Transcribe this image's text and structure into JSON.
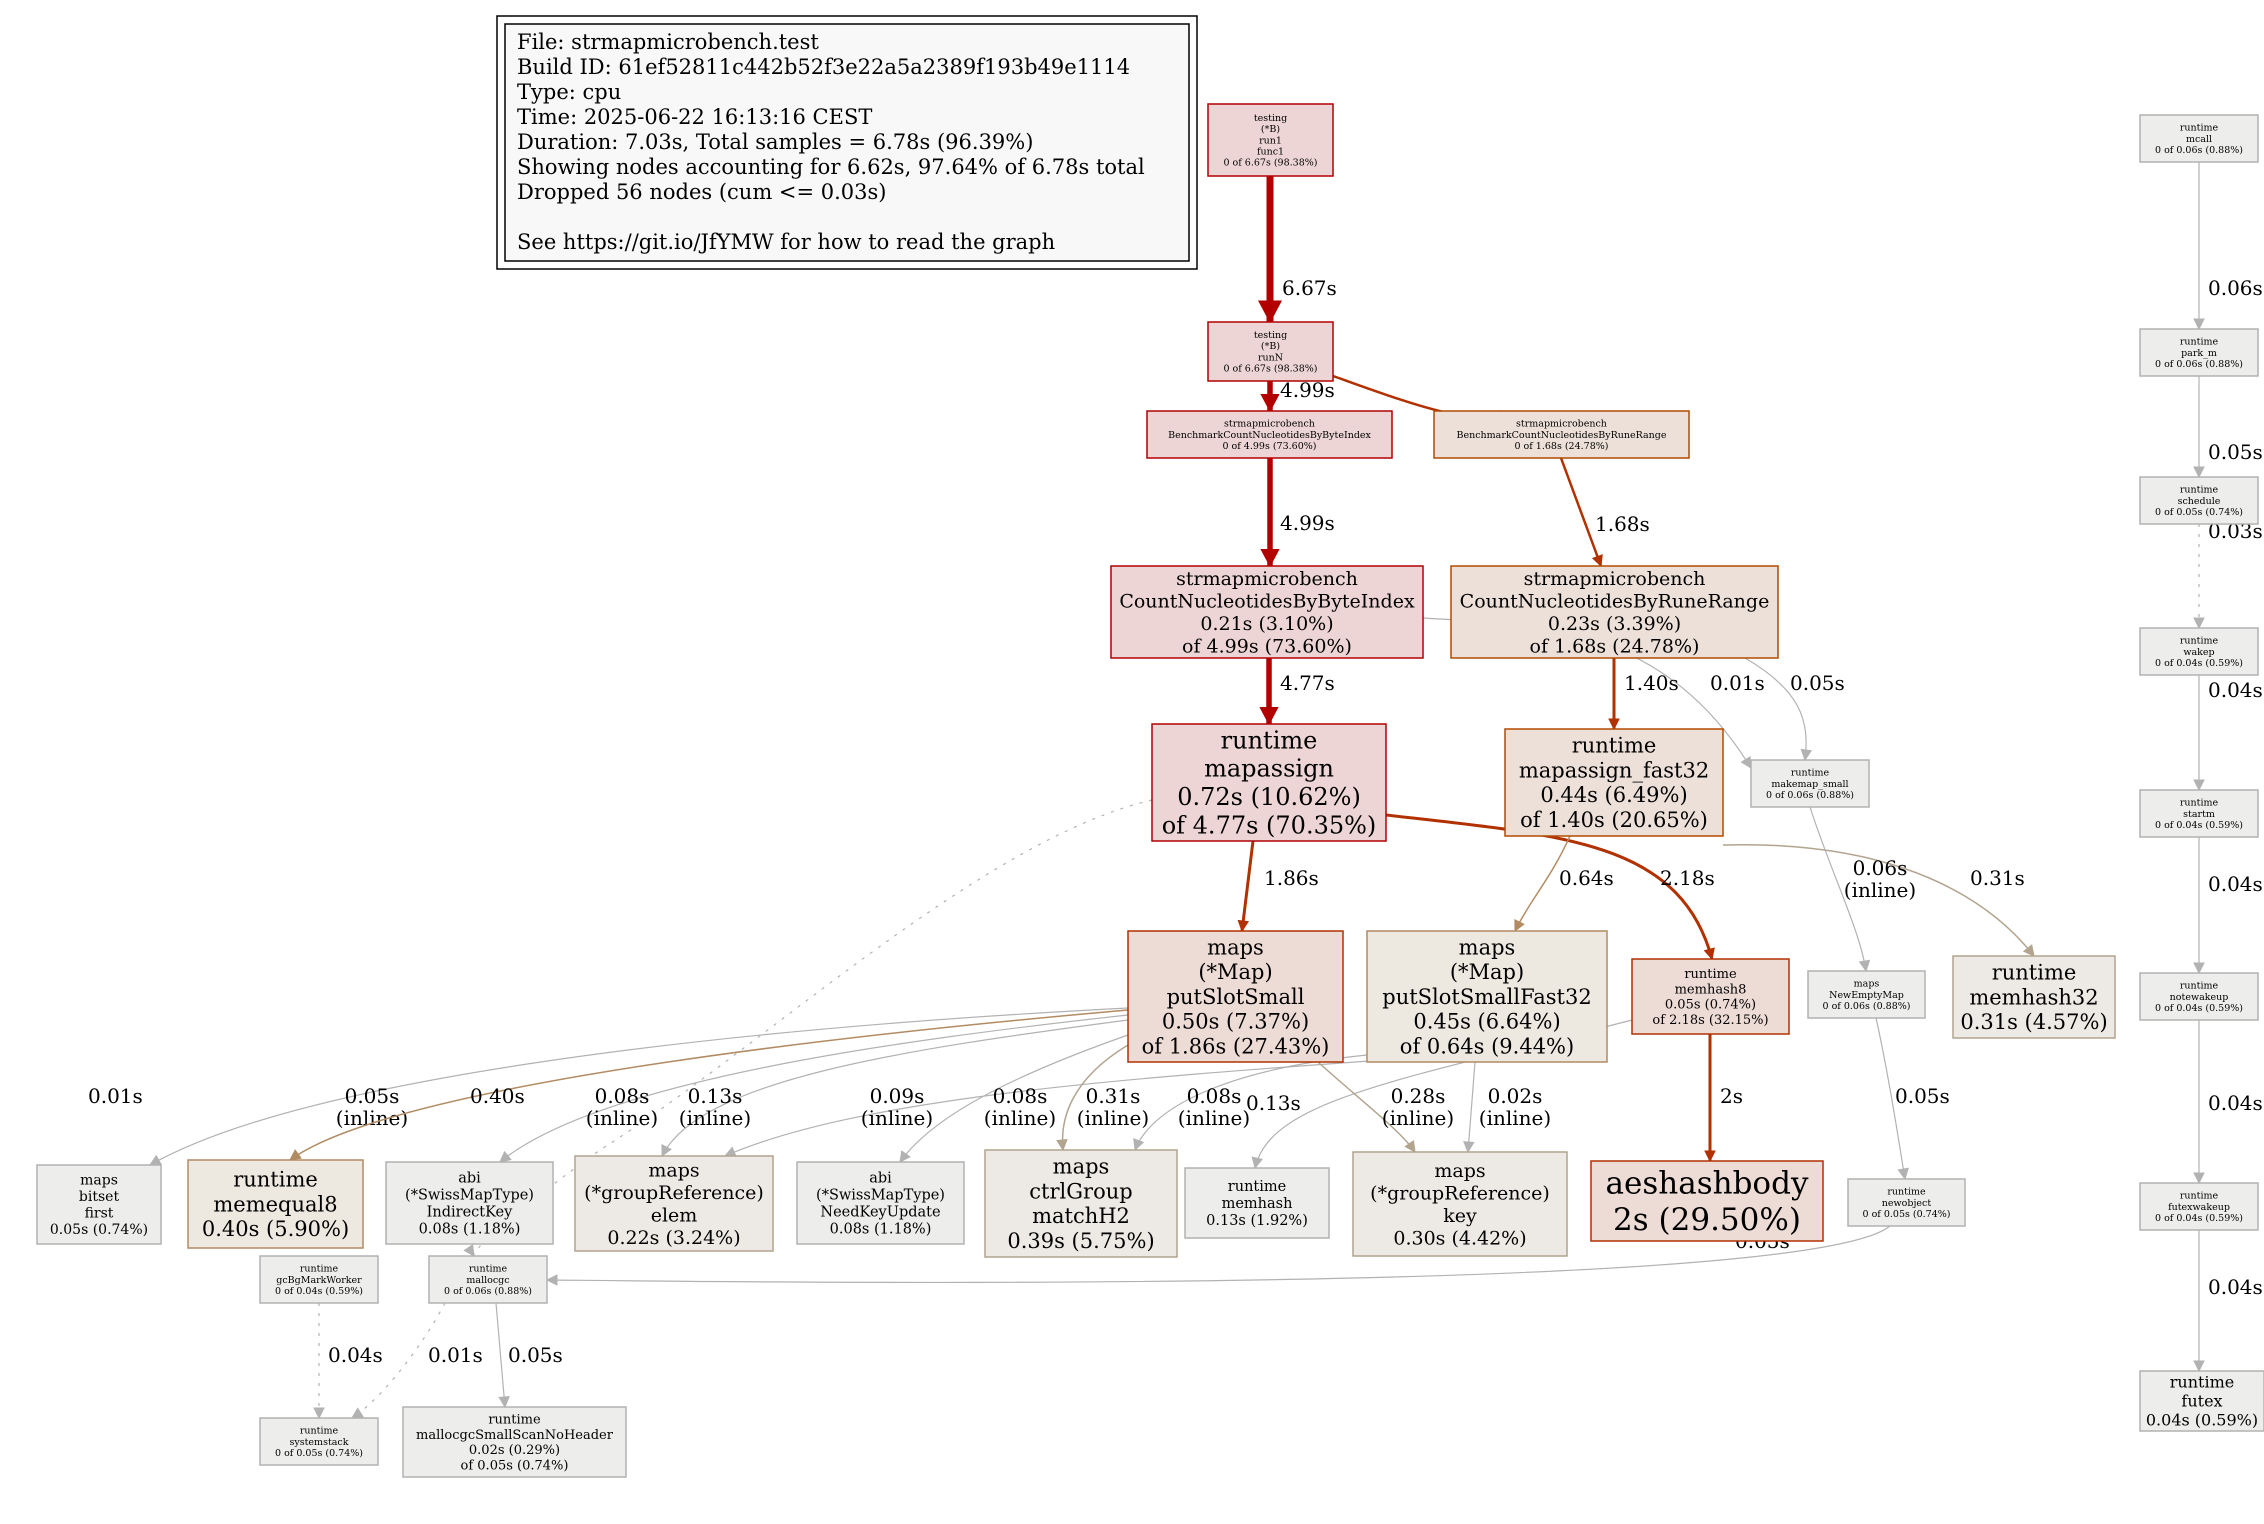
{
  "legend": [
    "File: strmapmicrobench.test",
    "Build ID: 61ef52811c442b52f3e22a5a2389f193b49e1114",
    "Type: cpu",
    "Time: 2025-06-22 16:13:16 CEST",
    "Duration: 7.03s, Total samples = 6.78s (96.39%)",
    "Showing nodes accounting for 6.62s, 97.64% of 6.78s total",
    "Dropped 56 nodes (cum <= 0.03s)",
    "",
    "See https://git.io/JfYMW for how to read the graph"
  ],
  "colors": {
    "hot_fill": "#edd5d5",
    "hot_stroke": "#b20000",
    "warm_fill": "#eddbd5",
    "warm_stroke": "#b23100",
    "orange_fill": "#ede0d8",
    "orange_stroke": "#b24b00",
    "tan_fill": "#ede8e0",
    "tan_stroke": "#b28b62",
    "beige_fill": "#edeae6",
    "beige_stroke": "#b2a48e",
    "grey_fill": "#ededec",
    "grey_stroke": "#b2b2b2",
    "hot_edge": "#b20000",
    "warm_edge": "#b23100",
    "orange_edge": "#b23b00",
    "tan_edge": "#b28b62",
    "beige_edge": "#b2a48e",
    "grey_edge": "#b2b2b2"
  },
  "nodes": [
    {
      "id": "run1",
      "lines": [
        "testing",
        "(*B)",
        "run1",
        "func1",
        "0 of 6.67s (98.38%)"
      ],
      "style": "hot"
    },
    {
      "id": "runN",
      "lines": [
        "testing",
        "(*B)",
        "runN",
        "0 of 6.67s (98.38%)"
      ],
      "style": "hot"
    },
    {
      "id": "benchByte",
      "lines": [
        "strmapmicrobench",
        "BenchmarkCountNucleotidesByByteIndex",
        "0 of 4.99s (73.60%)"
      ],
      "style": "hot"
    },
    {
      "id": "benchRune",
      "lines": [
        "strmapmicrobench",
        "BenchmarkCountNucleotidesByRuneRange",
        "0 of 1.68s (24.78%)"
      ],
      "style": "orange"
    },
    {
      "id": "countByte",
      "lines": [
        "strmapmicrobench",
        "CountNucleotidesByByteIndex",
        "0.21s (3.10%)",
        "of 4.99s (73.60%)"
      ],
      "style": "hot"
    },
    {
      "id": "countRune",
      "lines": [
        "strmapmicrobench",
        "CountNucleotidesByRuneRange",
        "0.23s (3.39%)",
        "of 1.68s (24.78%)"
      ],
      "style": "orange"
    },
    {
      "id": "mapassign",
      "lines": [
        "runtime",
        "mapassign",
        "0.72s (10.62%)",
        "of 4.77s (70.35%)"
      ],
      "style": "hot"
    },
    {
      "id": "mapassignFast32",
      "lines": [
        "runtime",
        "mapassign_fast32",
        "0.44s (6.49%)",
        "of 1.40s (20.65%)"
      ],
      "style": "orange"
    },
    {
      "id": "makemapSmall",
      "lines": [
        "runtime",
        "makemap_small",
        "0 of 0.06s (0.88%)"
      ],
      "style": "grey"
    },
    {
      "id": "putSlotSmall",
      "lines": [
        "maps",
        "(*Map)",
        "putSlotSmall",
        "0.50s (7.37%)",
        "of 1.86s (27.43%)"
      ],
      "style": "warm"
    },
    {
      "id": "putSlotSmallFast32",
      "lines": [
        "maps",
        "(*Map)",
        "putSlotSmallFast32",
        "0.45s (6.64%)",
        "of 0.64s (9.44%)"
      ],
      "style": "tan"
    },
    {
      "id": "memhash8",
      "lines": [
        "runtime",
        "memhash8",
        "0.05s (0.74%)",
        "of 2.18s (32.15%)"
      ],
      "style": "warm"
    },
    {
      "id": "newEmptyMap",
      "lines": [
        "maps",
        "NewEmptyMap",
        "0 of 0.06s (0.88%)"
      ],
      "style": "grey"
    },
    {
      "id": "memhash32",
      "lines": [
        "runtime",
        "memhash32",
        "0.31s (4.57%)"
      ],
      "style": "beige"
    },
    {
      "id": "bitsetFirst",
      "lines": [
        "maps",
        "bitset",
        "first",
        "0.05s (0.74%)"
      ],
      "style": "grey"
    },
    {
      "id": "memequal8",
      "lines": [
        "runtime",
        "memequal8",
        "0.40s (5.90%)"
      ],
      "style": "tan"
    },
    {
      "id": "indirectKey",
      "lines": [
        "abi",
        "(*SwissMapType)",
        "IndirectKey",
        "0.08s (1.18%)"
      ],
      "style": "grey"
    },
    {
      "id": "elem",
      "lines": [
        "maps",
        "(*groupReference)",
        "elem",
        "0.22s (3.24%)"
      ],
      "style": "beige"
    },
    {
      "id": "needKeyUpdate",
      "lines": [
        "abi",
        "(*SwissMapType)",
        "NeedKeyUpdate",
        "0.08s (1.18%)"
      ],
      "style": "grey"
    },
    {
      "id": "matchH2",
      "lines": [
        "maps",
        "ctrlGroup",
        "matchH2",
        "0.39s (5.75%)"
      ],
      "style": "beige"
    },
    {
      "id": "memhash",
      "lines": [
        "runtime",
        "memhash",
        "0.13s (1.92%)"
      ],
      "style": "grey"
    },
    {
      "id": "key",
      "lines": [
        "maps",
        "(*groupReference)",
        "key",
        "0.30s (4.42%)"
      ],
      "style": "beige"
    },
    {
      "id": "aeshashbody",
      "lines": [
        "aeshashbody",
        "2s (29.50%)"
      ],
      "style": "warm"
    },
    {
      "id": "newobject",
      "lines": [
        "runtime",
        "newobject",
        "0 of 0.05s (0.74%)"
      ],
      "style": "grey"
    },
    {
      "id": "gcBgMarkWorker",
      "lines": [
        "runtime",
        "gcBgMarkWorker",
        "0 of 0.04s (0.59%)"
      ],
      "style": "grey"
    },
    {
      "id": "mallocgc",
      "lines": [
        "runtime",
        "mallocgc",
        "0 of 0.06s (0.88%)"
      ],
      "style": "grey"
    },
    {
      "id": "systemstack",
      "lines": [
        "runtime",
        "systemstack",
        "0 of 0.05s (0.74%)"
      ],
      "style": "grey"
    },
    {
      "id": "mallocgcSmall",
      "lines": [
        "runtime",
        "mallocgcSmallScanNoHeader",
        "0.02s (0.29%)",
        "of 0.05s (0.74%)"
      ],
      "style": "grey"
    },
    {
      "id": "mcall",
      "lines": [
        "runtime",
        "mcall",
        "0 of 0.06s (0.88%)"
      ],
      "style": "grey"
    },
    {
      "id": "parkM",
      "lines": [
        "runtime",
        "park_m",
        "0 of 0.06s (0.88%)"
      ],
      "style": "grey"
    },
    {
      "id": "schedule",
      "lines": [
        "runtime",
        "schedule",
        "0 of 0.05s (0.74%)"
      ],
      "style": "grey"
    },
    {
      "id": "wakep",
      "lines": [
        "runtime",
        "wakep",
        "0 of 0.04s (0.59%)"
      ],
      "style": "grey"
    },
    {
      "id": "startm",
      "lines": [
        "runtime",
        "startm",
        "0 of 0.04s (0.59%)"
      ],
      "style": "grey"
    },
    {
      "id": "notewakeup",
      "lines": [
        "runtime",
        "notewakeup",
        "0 of 0.04s (0.59%)"
      ],
      "style": "grey"
    },
    {
      "id": "futexwakeup",
      "lines": [
        "runtime",
        "futexwakeup",
        "0 of 0.04s (0.59%)"
      ],
      "style": "grey"
    },
    {
      "id": "futex",
      "lines": [
        "runtime",
        "futex",
        "0.04s (0.59%)"
      ],
      "style": "grey"
    }
  ],
  "edges": [
    {
      "id": "e1",
      "label": [
        "6.67s"
      ],
      "color": "hot_edge"
    },
    {
      "id": "e2",
      "label": [
        "4.99s"
      ],
      "color": "hot_edge"
    },
    {
      "id": "e3",
      "label": [
        "1.68s"
      ],
      "color": "warm_edge"
    },
    {
      "id": "e4",
      "label": [
        "4.99s"
      ],
      "color": "hot_edge"
    },
    {
      "id": "e5",
      "label": [
        "1.68s"
      ],
      "color": "warm_edge"
    },
    {
      "id": "e6",
      "label": [
        "4.77s"
      ],
      "color": "hot_edge"
    },
    {
      "id": "e7",
      "label": [
        "0.01s"
      ],
      "color": "grey_edge"
    },
    {
      "id": "e8",
      "label": [
        "0.05s"
      ],
      "color": "grey_edge"
    },
    {
      "id": "e9",
      "label": [
        "1.40s"
      ],
      "color": "warm_edge"
    },
    {
      "id": "e10",
      "label": [
        "1.86s"
      ],
      "color": "warm_edge"
    },
    {
      "id": "e11",
      "label": [
        "2.18s"
      ],
      "color": "warm_edge"
    },
    {
      "id": "e12",
      "label": [
        "0.01s"
      ],
      "color": "grey_edge"
    },
    {
      "id": "e13",
      "label": [
        "0.64s"
      ],
      "color": "tan_edge"
    },
    {
      "id": "e14",
      "label": [
        "0.31s"
      ],
      "color": "beige_edge"
    },
    {
      "id": "e15",
      "label": [
        "0.06s",
        "(inline)"
      ],
      "color": "grey_edge"
    },
    {
      "id": "e16",
      "label": [
        "0.05s",
        "(inline)"
      ],
      "color": "grey_edge"
    },
    {
      "id": "e17",
      "label": [
        "0.40s"
      ],
      "color": "tan_edge"
    },
    {
      "id": "e18",
      "label": [
        "0.08s",
        "(inline)"
      ],
      "color": "grey_edge"
    },
    {
      "id": "e19",
      "label": [
        "0.13s",
        "(inline)"
      ],
      "color": "grey_edge"
    },
    {
      "id": "e20",
      "label": [
        "0.09s",
        "(inline)"
      ],
      "color": "grey_edge"
    },
    {
      "id": "e21",
      "label": [
        "0.08s",
        "(inline)"
      ],
      "color": "grey_edge"
    },
    {
      "id": "e22",
      "label": [
        "0.31s",
        "(inline)"
      ],
      "color": "beige_edge"
    },
    {
      "id": "e23",
      "label": [
        "0.08s",
        "(inline)"
      ],
      "color": "grey_edge"
    },
    {
      "id": "e24",
      "label": [
        "0.13s"
      ],
      "color": "grey_edge"
    },
    {
      "id": "e25",
      "label": [
        "0.28s",
        "(inline)"
      ],
      "color": "beige_edge"
    },
    {
      "id": "e26",
      "label": [
        "0.02s",
        "(inline)"
      ],
      "color": "grey_edge"
    },
    {
      "id": "e27",
      "label": [
        "2s"
      ],
      "color": "warm_edge"
    },
    {
      "id": "e28",
      "label": [
        "0.05s"
      ],
      "color": "grey_edge"
    },
    {
      "id": "e29",
      "label": [
        "0.05s"
      ],
      "color": "grey_edge"
    },
    {
      "id": "e30",
      "label": [
        "0.04s"
      ],
      "color": "grey_edge"
    },
    {
      "id": "e31",
      "label": [
        "0.01s"
      ],
      "color": "grey_edge"
    },
    {
      "id": "e32",
      "label": [
        "0.05s"
      ],
      "color": "grey_edge"
    },
    {
      "id": "e33",
      "label": [
        "0.06s"
      ],
      "color": "grey_edge"
    },
    {
      "id": "e34",
      "label": [
        "0.05s"
      ],
      "color": "grey_edge"
    },
    {
      "id": "e35",
      "label": [
        "0.03s"
      ],
      "color": "grey_edge"
    },
    {
      "id": "e36",
      "label": [
        "0.04s"
      ],
      "color": "grey_edge"
    },
    {
      "id": "e37",
      "label": [
        "0.04s"
      ],
      "color": "grey_edge"
    },
    {
      "id": "e38",
      "label": [
        "0.04s"
      ],
      "color": "grey_edge"
    },
    {
      "id": "e39",
      "label": [
        "0.04s"
      ],
      "color": "grey_edge"
    }
  ]
}
